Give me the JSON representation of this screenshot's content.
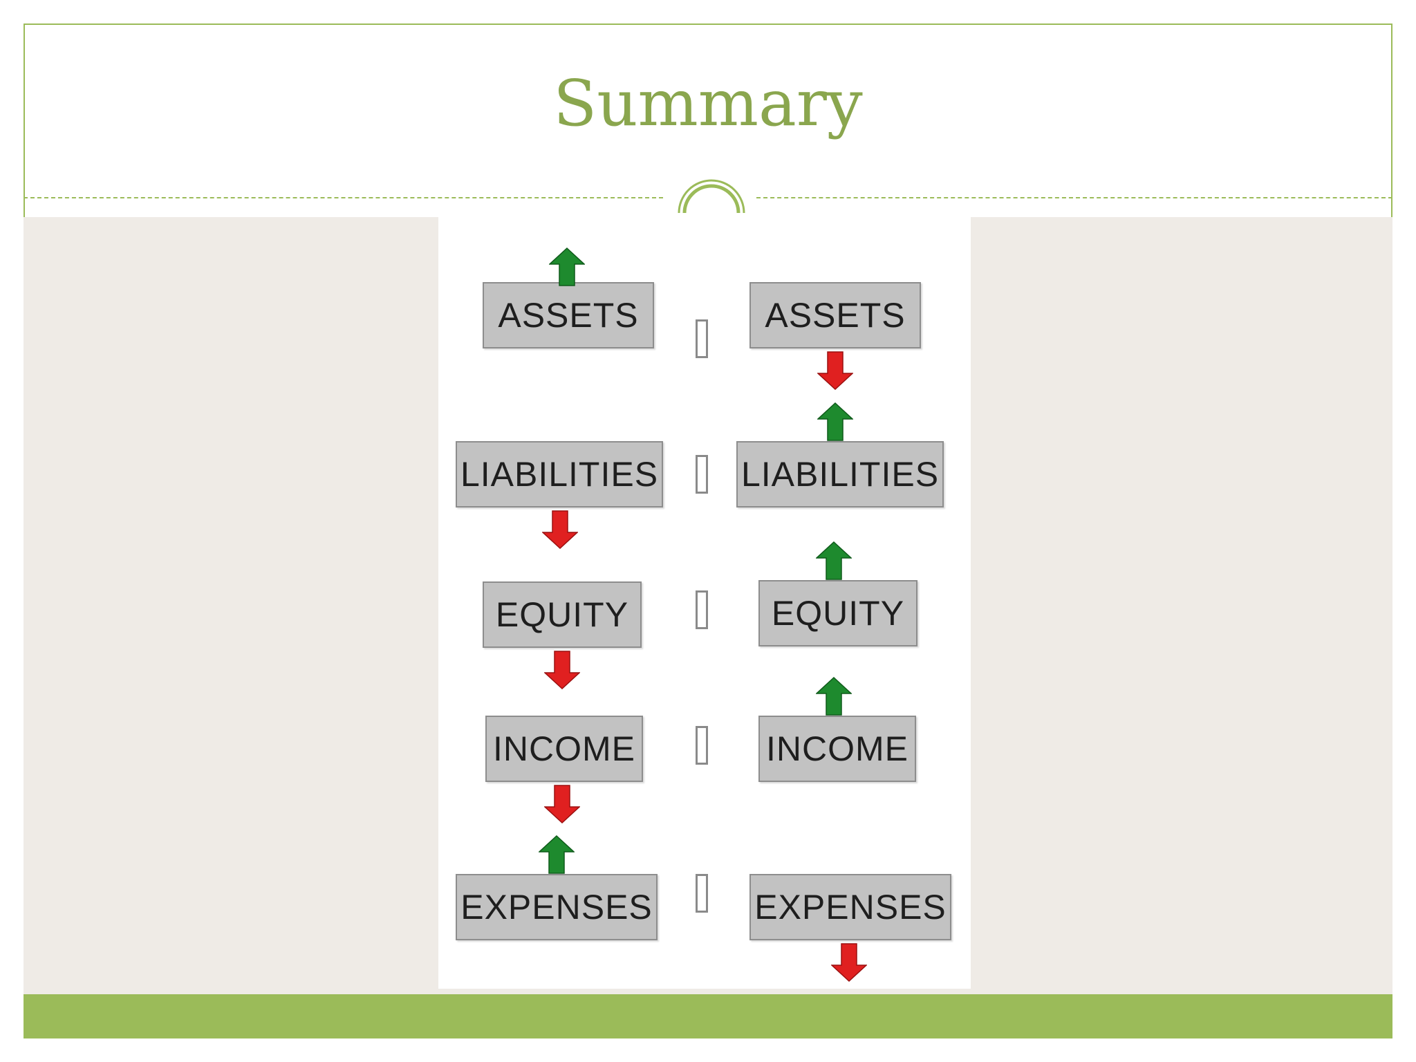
{
  "slide": {
    "title": "Summary",
    "colors": {
      "accent": "#9bbb59",
      "title": "#8aa64e",
      "content_bg": "#efebe6",
      "increase": "#1e8a2e",
      "decrease": "#e02020",
      "box": "#c2c2c2"
    }
  },
  "diagram": {
    "left": [
      {
        "label": "ASSETS",
        "arrow": "up"
      },
      {
        "label": "LIABILITIES",
        "arrow": "down"
      },
      {
        "label": "EQUITY",
        "arrow": "down"
      },
      {
        "label": "INCOME",
        "arrow": "down"
      },
      {
        "label": "EXPENSES",
        "arrow": "up"
      }
    ],
    "right": [
      {
        "label": "ASSETS",
        "arrow": "down"
      },
      {
        "label": "LIABILITIES",
        "arrow": "up"
      },
      {
        "label": "EQUITY",
        "arrow": "up"
      },
      {
        "label": "INCOME",
        "arrow": "up"
      },
      {
        "label": "EXPENSES",
        "arrow": "down"
      }
    ],
    "separator_icon": "missing-glyph-icon"
  }
}
